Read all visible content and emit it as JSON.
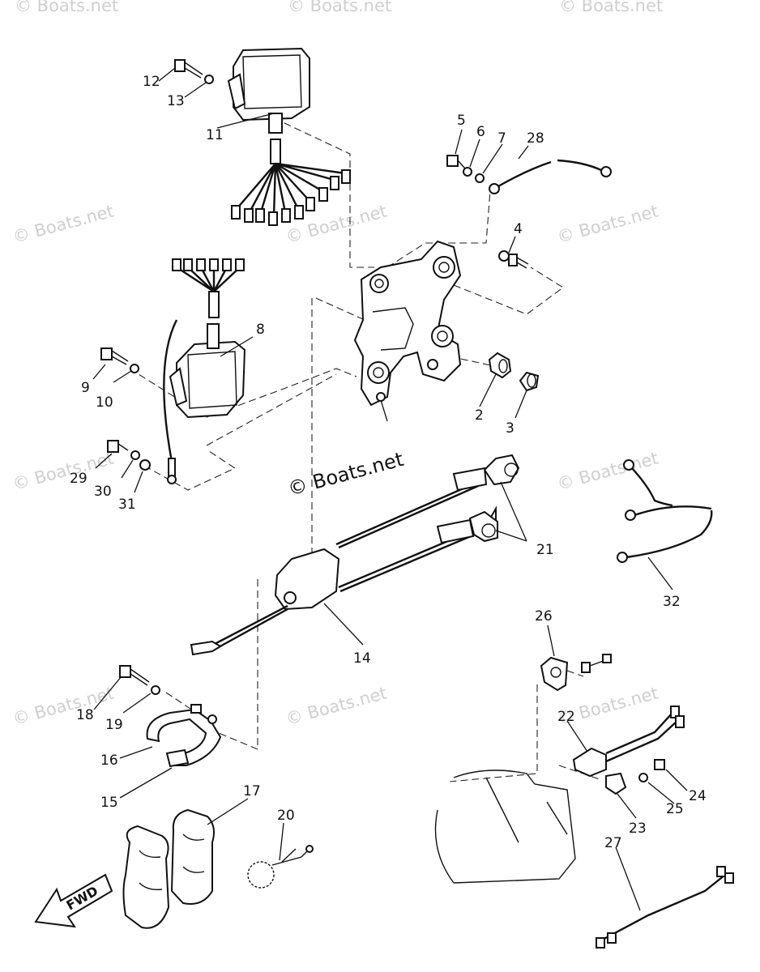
{
  "watermark": "© Boats.net",
  "center_watermark": "© Boats.net",
  "direction_label": "FWD",
  "callouts": [
    {
      "id": "c1",
      "label": "2"
    },
    {
      "id": "c2",
      "label": "3"
    },
    {
      "id": "c3",
      "label": "4"
    },
    {
      "id": "c4",
      "label": "5"
    },
    {
      "id": "c5",
      "label": "6"
    },
    {
      "id": "c6",
      "label": "7"
    },
    {
      "id": "c7",
      "label": "8"
    },
    {
      "id": "c8",
      "label": "9"
    },
    {
      "id": "c9",
      "label": "10"
    },
    {
      "id": "c10",
      "label": "11"
    },
    {
      "id": "c11",
      "label": "12"
    },
    {
      "id": "c12",
      "label": "13"
    },
    {
      "id": "c13",
      "label": "14"
    },
    {
      "id": "c14",
      "label": "15"
    },
    {
      "id": "c15",
      "label": "16"
    },
    {
      "id": "c16",
      "label": "17"
    },
    {
      "id": "c17",
      "label": "18"
    },
    {
      "id": "c18",
      "label": "19"
    },
    {
      "id": "c19",
      "label": "20"
    },
    {
      "id": "c20",
      "label": "21"
    },
    {
      "id": "c21",
      "label": "22"
    },
    {
      "id": "c22",
      "label": "23"
    },
    {
      "id": "c23",
      "label": "24"
    },
    {
      "id": "c24",
      "label": "25"
    },
    {
      "id": "c25",
      "label": "26"
    },
    {
      "id": "c26",
      "label": "27"
    },
    {
      "id": "c27",
      "label": "28"
    },
    {
      "id": "c28",
      "label": "29"
    },
    {
      "id": "c29",
      "label": "30"
    },
    {
      "id": "c30",
      "label": "31"
    },
    {
      "id": "c31",
      "label": "32"
    }
  ]
}
